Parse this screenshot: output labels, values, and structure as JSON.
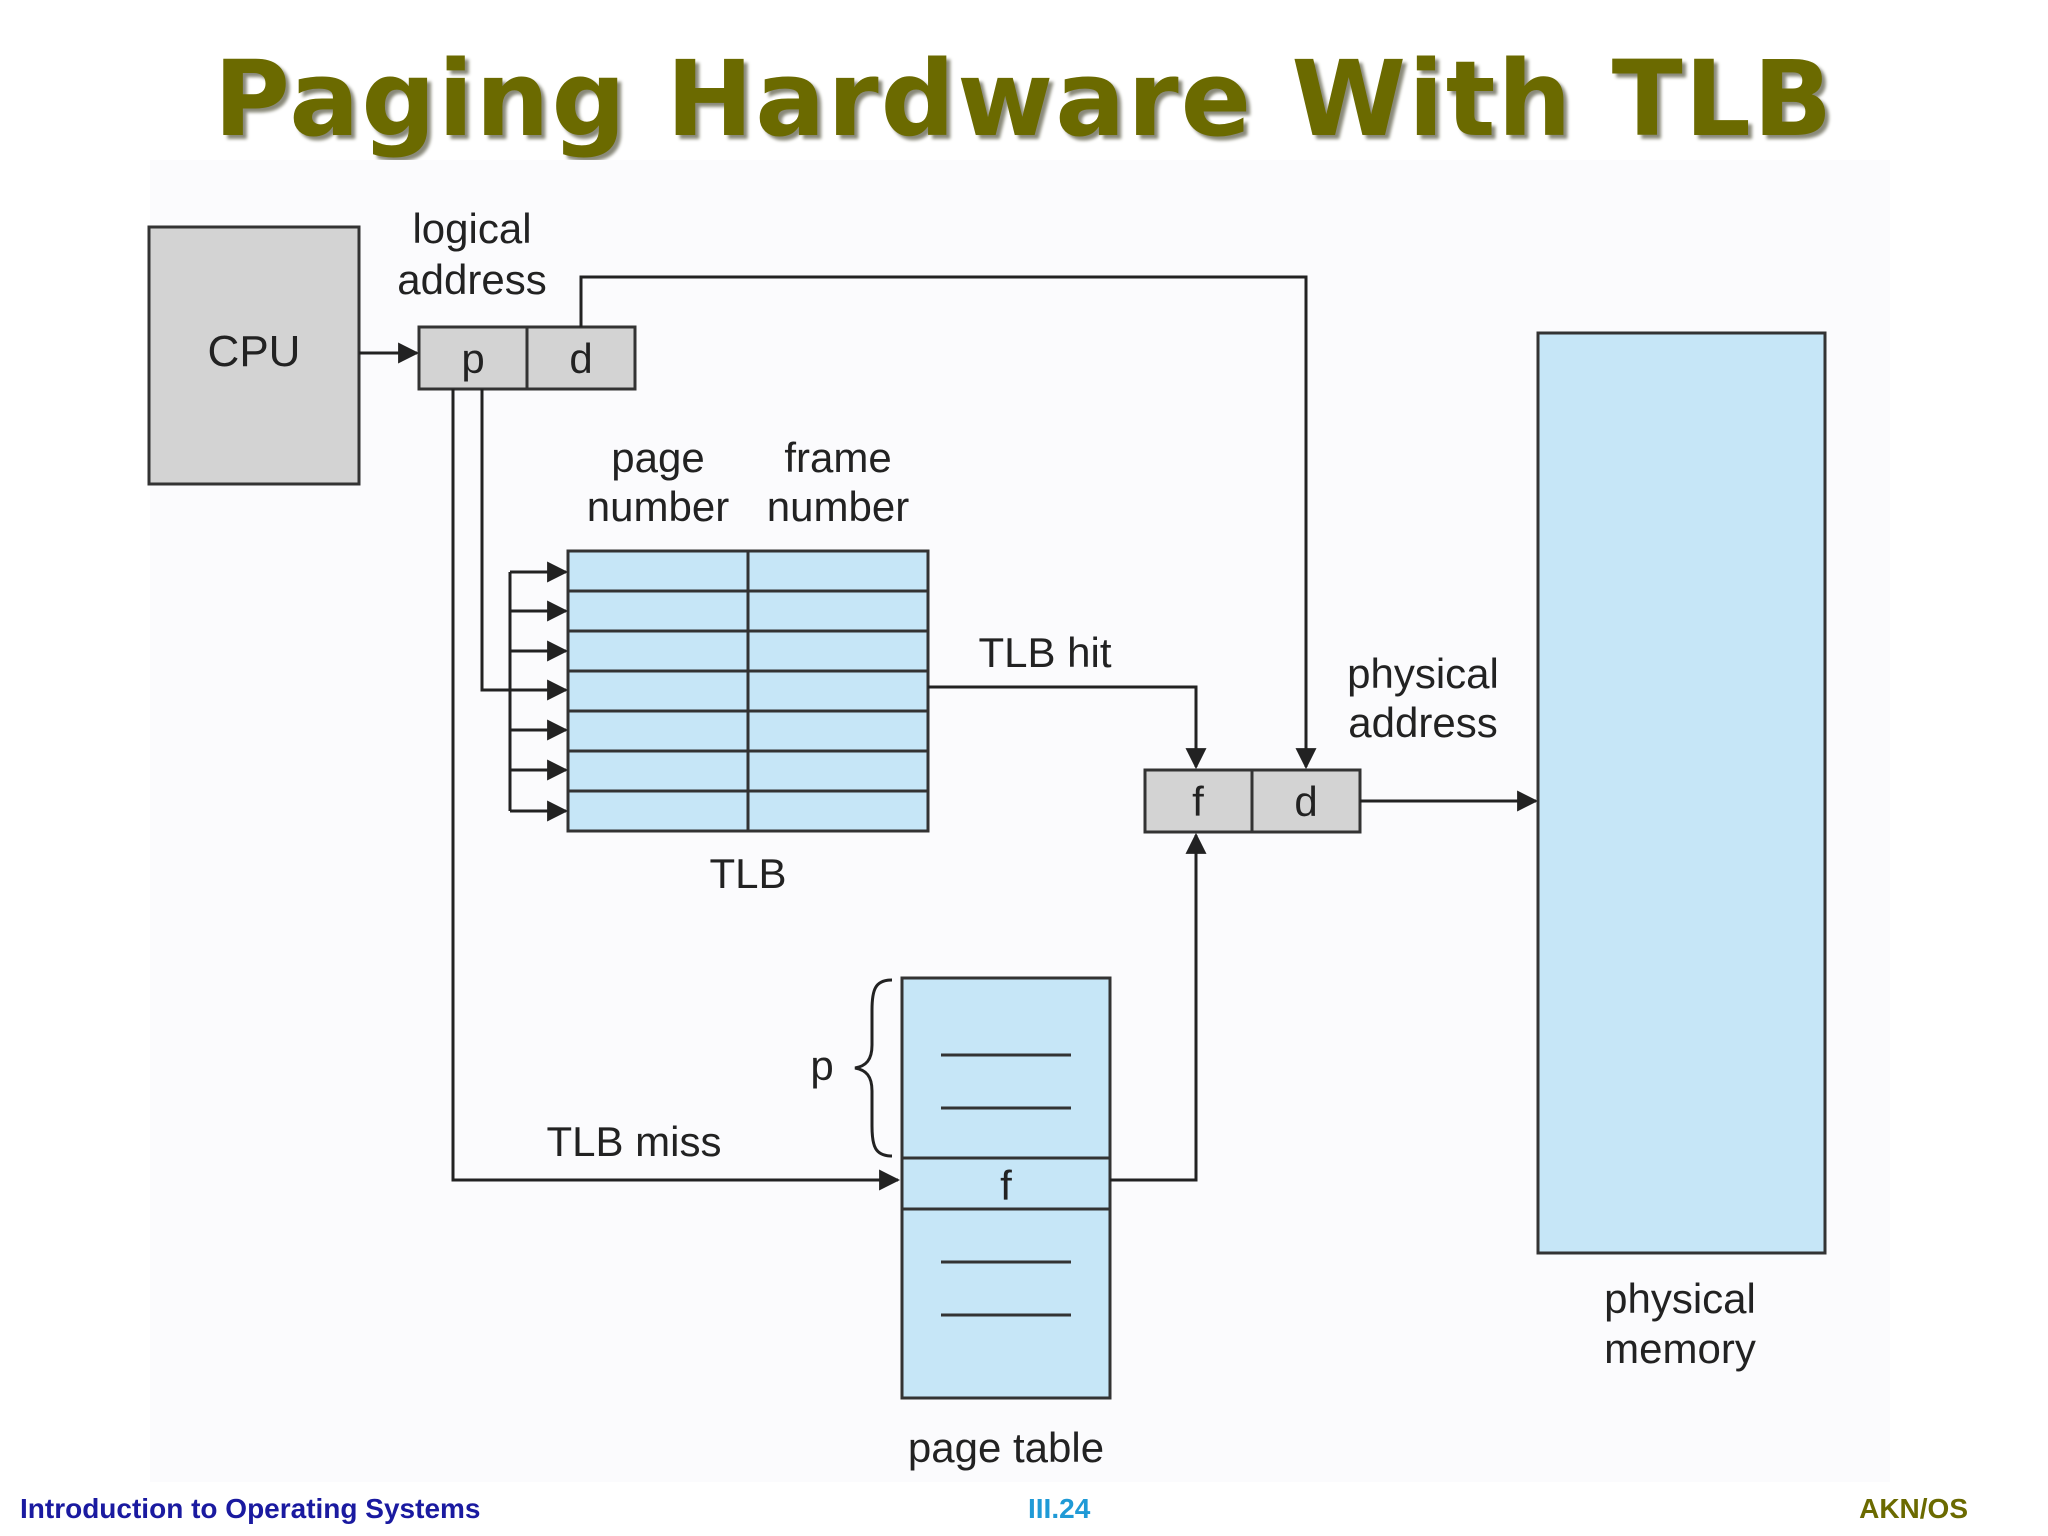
{
  "slide": {
    "title": "Paging Hardware With TLB"
  },
  "diagram": {
    "cpu_label": "CPU",
    "logical_address_line1": "logical",
    "logical_address_line2": "address",
    "logical_p": "p",
    "logical_d": "d",
    "tlb_col1_line1": "page",
    "tlb_col1_line2": "number",
    "tlb_col2_line1": "frame",
    "tlb_col2_line2": "number",
    "tlb_label": "TLB",
    "tlb_hit_label": "TLB hit",
    "tlb_miss_label": "TLB miss",
    "physical_address_line1": "physical",
    "physical_address_line2": "address",
    "physical_f": "f",
    "physical_d": "d",
    "page_table_p": "p",
    "page_table_f": "f",
    "page_table_label": "page table",
    "physical_memory_line1": "physical",
    "physical_memory_line2": "memory",
    "colors": {
      "box_gray": "#d3d3d3",
      "box_blue": "#c6e6f7",
      "line": "#222222",
      "title": "#6b6a00"
    }
  },
  "footer": {
    "course": "Introduction to Operating Systems",
    "page": "III.24",
    "author": "AKN/OS"
  }
}
